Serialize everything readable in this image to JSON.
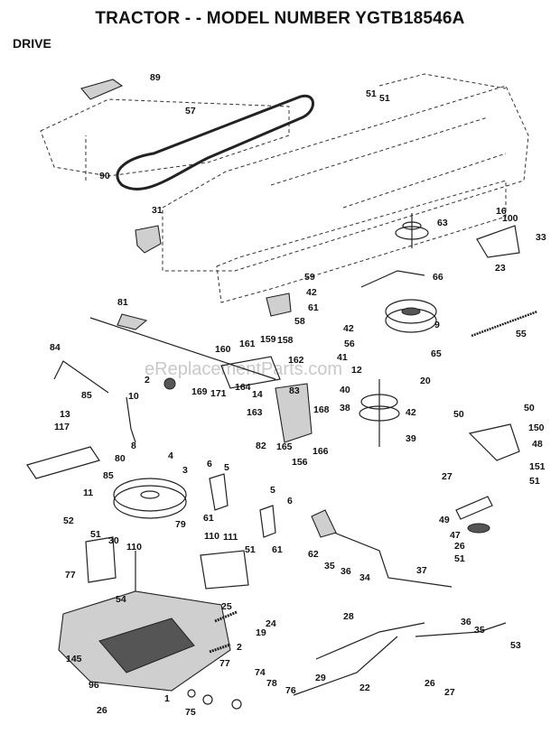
{
  "header": {
    "title": "TRACTOR - - MODEL NUMBER YGTB18546A",
    "section": "DRIVE"
  },
  "watermark": "eReplacementParts.com",
  "callouts": [
    "89",
    "57",
    "51",
    "51",
    "90",
    "31",
    "63",
    "16",
    "100",
    "33",
    "23",
    "59",
    "66",
    "42",
    "61",
    "58",
    "81",
    "9",
    "42",
    "56",
    "65",
    "55",
    "41",
    "12",
    "20",
    "160",
    "161",
    "159",
    "158",
    "162",
    "84",
    "85",
    "2",
    "169",
    "171",
    "164",
    "14",
    "163",
    "83",
    "10",
    "13",
    "117",
    "168",
    "40",
    "38",
    "42",
    "39",
    "82",
    "165",
    "156",
    "166",
    "50",
    "50",
    "150",
    "48",
    "8",
    "80",
    "85",
    "11",
    "4",
    "3",
    "27",
    "151",
    "51",
    "6",
    "5",
    "61",
    "5",
    "6",
    "79",
    "52",
    "30",
    "51",
    "110",
    "77",
    "54",
    "110",
    "111",
    "51",
    "61",
    "62",
    "35",
    "36",
    "34",
    "37",
    "49",
    "47",
    "26",
    "51",
    "25",
    "19",
    "24",
    "145",
    "2",
    "28",
    "36",
    "35",
    "53",
    "77",
    "96",
    "26",
    "1",
    "74",
    "78",
    "76",
    "75",
    "29",
    "26",
    "27",
    "22"
  ]
}
